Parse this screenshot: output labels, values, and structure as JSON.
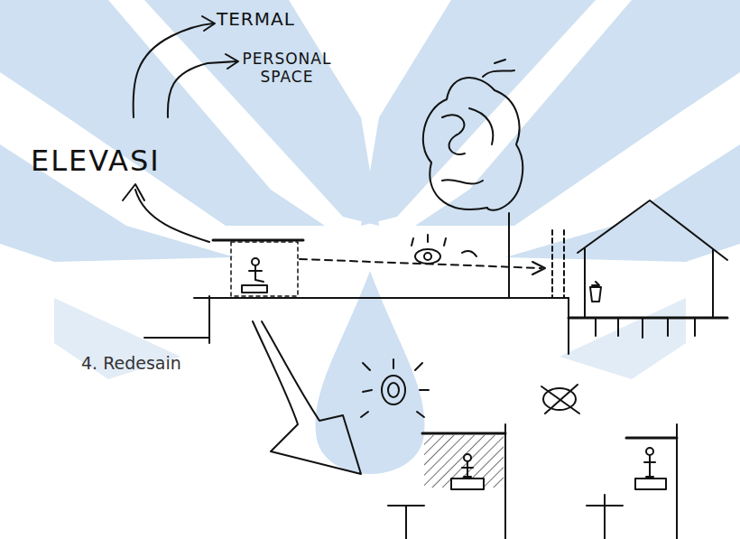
{
  "diagram": {
    "labels": [
      "TERMAL",
      "PERSONAL SPACE",
      "ELEVASI",
      "4. Redesain"
    ]
  }
}
